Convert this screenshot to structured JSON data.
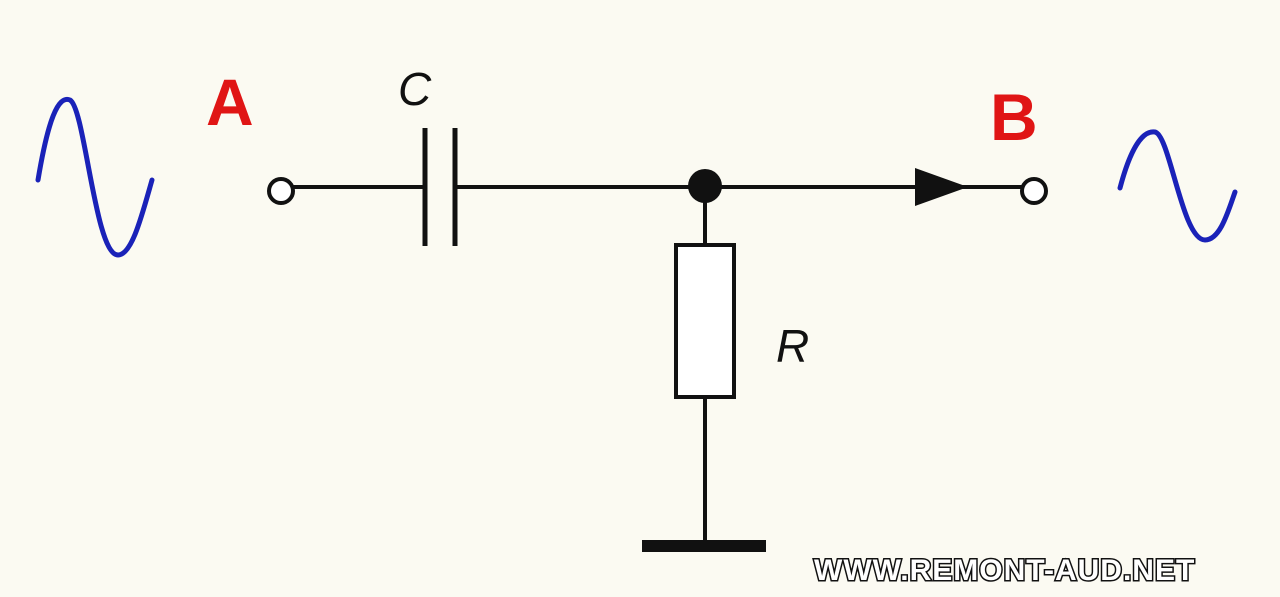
{
  "diagram": {
    "input_label": "A",
    "output_label": "B",
    "capacitor_label": "C",
    "resistor_label": "R",
    "watermark": "WWW.REMONT-AUD.NET",
    "colors": {
      "terminal_label": "#e01515",
      "waveform": "#1a22b8",
      "wire": "#111111",
      "background": "#fbfaf2"
    }
  }
}
